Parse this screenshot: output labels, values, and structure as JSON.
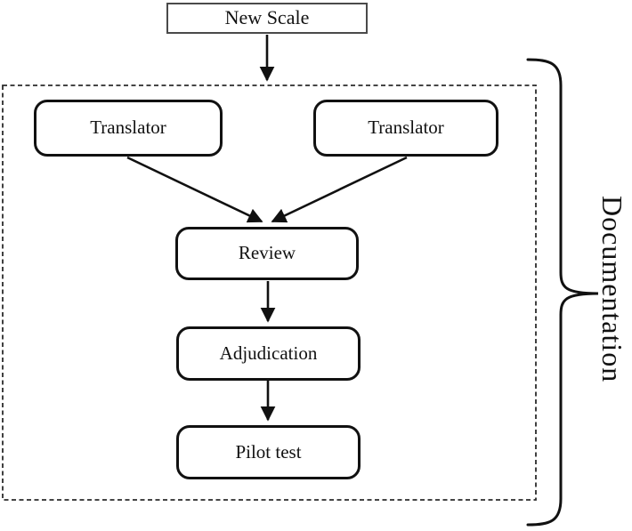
{
  "nodes": {
    "new_scale": "New Scale",
    "translator_left": "Translator",
    "translator_right": "Translator",
    "review": "Review",
    "adjudication": "Adjudication",
    "pilot_test": "Pilot test"
  },
  "brace_label": "Documentation",
  "colors": {
    "line_stroke": "#111111",
    "dashed_border": "#2b2b2b",
    "new_scale_border": "#4a4a4a",
    "background": "#ffffff"
  }
}
